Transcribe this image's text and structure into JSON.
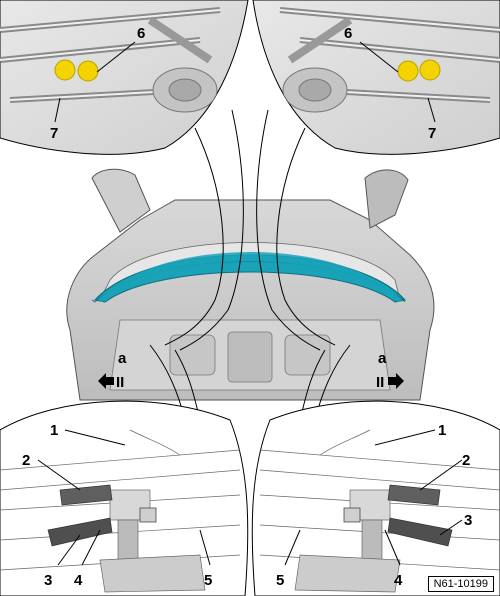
{
  "figure": {
    "reference_code": "N61-10199",
    "callouts": [
      "1",
      "2",
      "3",
      "4",
      "5",
      "6",
      "7"
    ],
    "view_markers": {
      "left": {
        "letter": "a",
        "numeral": "II"
      },
      "right": {
        "letter": "a",
        "numeral": "II"
      }
    },
    "colors": {
      "highlight_panel": "#1aa3b8",
      "connector_yellow": "#f4d400",
      "background": "#ffffff",
      "line": "#000000"
    }
  }
}
